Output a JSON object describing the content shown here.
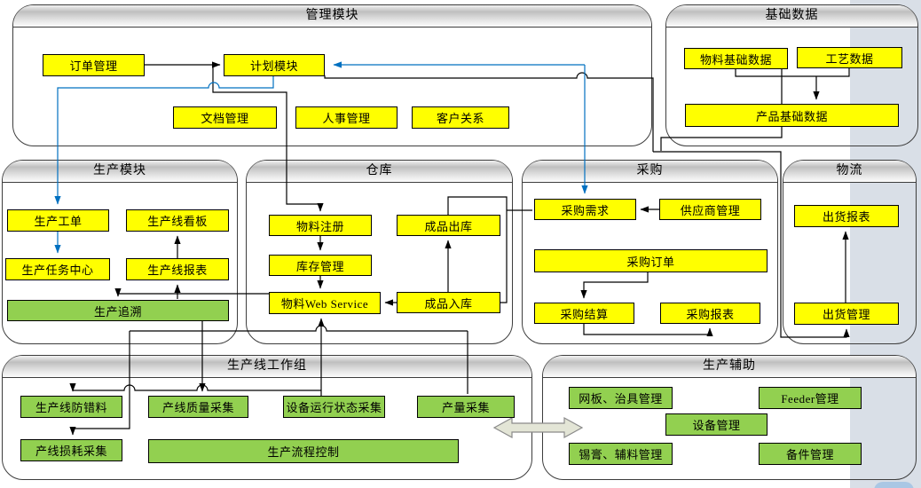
{
  "colors": {
    "yellow": "#ffff00",
    "green": "#92d050",
    "blue_connector": "#0070c0",
    "black_connector": "#000000",
    "side_band": "#d9dfe7",
    "corner_shape": "#aac7e4",
    "fat_arrow_fill": "#e3e5d6",
    "fat_arrow_stroke": "#8a8a8a"
  },
  "modules": {
    "management": {
      "title": "管理模块",
      "items": {
        "order": "订单管理",
        "plan": "计划模块",
        "doc": "文档管理",
        "hr": "人事管理",
        "crm": "客户关系"
      }
    },
    "basedata": {
      "title": "基础数据",
      "items": {
        "material": "物料基础数据",
        "process": "工艺数据",
        "product": "产品基础数据"
      }
    },
    "production": {
      "title": "生产模块",
      "items": {
        "workorder": "生产工单",
        "kanban": "生产线看板",
        "taskcenter": "生产任务中心",
        "report": "生产线报表",
        "trace": "生产追溯"
      }
    },
    "warehouse": {
      "title": "仓库",
      "items": {
        "register": "物料注册",
        "inventory": "库存管理",
        "webservice": "物料Web Service",
        "fgout": "成品出库",
        "fgin": "成品入库"
      }
    },
    "purchase": {
      "title": "采购",
      "items": {
        "demand": "采购需求",
        "supplier": "供应商管理",
        "porder": "采购订单",
        "settle": "采购结算",
        "preport": "采购报表"
      }
    },
    "logistics": {
      "title": "物流",
      "items": {
        "shipreport": "出货报表",
        "shipmgmt": "出货管理"
      }
    },
    "lineworkgroup": {
      "title": "生产线工作组",
      "items": {
        "antierror": "生产线防错料",
        "quality": "产线质量采集",
        "equipstatus": "设备运行状态采集",
        "output": "产量采集",
        "loss": "产线损耗采集",
        "flowcontrol": "生产流程控制"
      }
    },
    "auxiliary": {
      "title": "生产辅助",
      "items": {
        "stencil": "网板、治具管理",
        "feeder": "Feeder管理",
        "equipment": "设备管理",
        "solder": "锡膏、辅料管理",
        "spare": "备件管理"
      }
    }
  }
}
